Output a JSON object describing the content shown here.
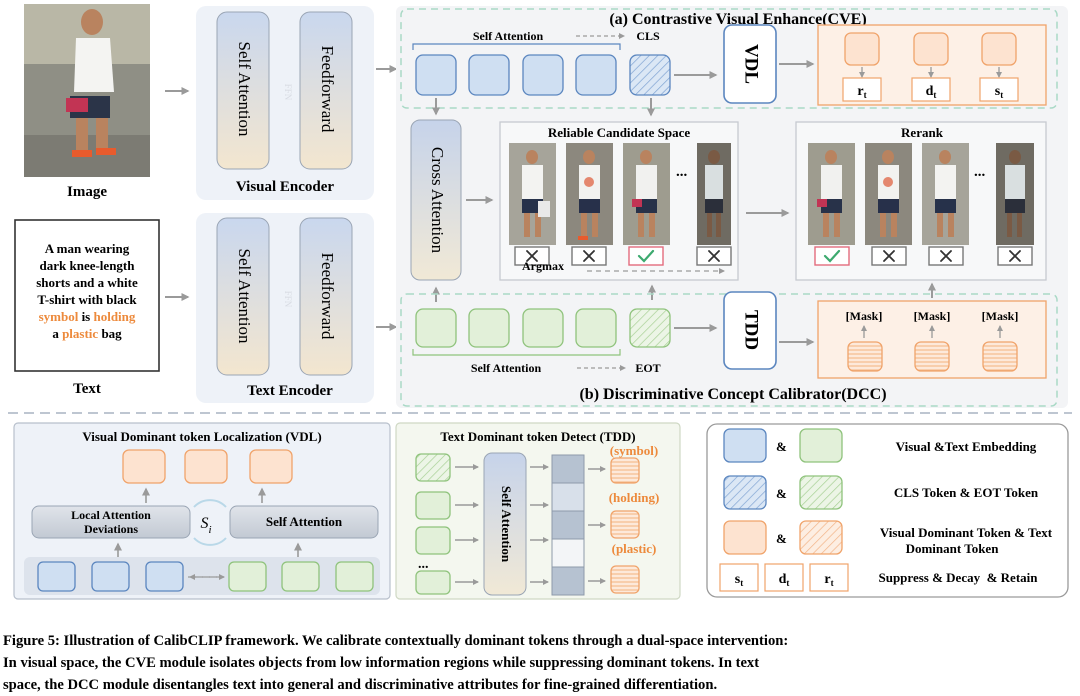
{
  "input": {
    "image_label": "Image",
    "text_label": "Text",
    "description_lines": [
      "A man wearing",
      "dark knee-length",
      "shorts and a white",
      "T-shirt with black"
    ],
    "line5": {
      "word1": "symbol",
      "mid": " is ",
      "word2": "holding"
    },
    "line6": {
      "pre": "a ",
      "word": "plastic",
      "post": " bag"
    }
  },
  "visual_encoder": {
    "title": "Visual Encoder",
    "block1": "Self Attention",
    "block2": "Feedforward",
    "watermark": "FFN"
  },
  "text_encoder": {
    "title": "Text Encoder",
    "block1": "Self Attention",
    "block2": "Feedforward",
    "watermark": "FFN"
  },
  "cve": {
    "title": "(a) Contrastive Visual Enhance(CVE)",
    "self_attention": "Self Attention",
    "cls": "CLS",
    "vdl": "VDL",
    "outputs": [
      {
        "main": "r",
        "sub": "t"
      },
      {
        "main": "d",
        "sub": "t"
      },
      {
        "main": "s",
        "sub": "t"
      }
    ]
  },
  "cross_attention": "Cross Attention",
  "candidate_space": {
    "title": "Reliable Candidate Space",
    "argmax": "Argmax",
    "dots": "...",
    "marks": [
      "cross",
      "cross",
      "check",
      "cross"
    ]
  },
  "rerank": {
    "title": "Rerank",
    "dots": "...",
    "marks": [
      "check",
      "cross",
      "cross",
      "cross"
    ]
  },
  "dcc": {
    "title": "(b) Discriminative Concept Calibrator(DCC)",
    "self_attention": "Self Attention",
    "eot": "EOT",
    "tdd": "TDD",
    "masks": [
      "[Mask]",
      "[Mask]",
      "[Mask]"
    ]
  },
  "vdl_panel": {
    "title": "Visual Dominant token Localization (VDL)",
    "local_attention_line1": "Local Attention",
    "local_attention_line2": "Deviations",
    "self_attention": "Self Attention",
    "s_i": {
      "main": "S",
      "sub": "i"
    }
  },
  "tdd_panel": {
    "title": "Text Dominant token Detect (TDD)",
    "self_attention": "Self Attention",
    "labels": [
      "(symbol)",
      "(holding)",
      "(plastic)"
    ],
    "dots": "..."
  },
  "legend": {
    "amp": "&",
    "rows": [
      {
        "label": "Visual &Text Embedding"
      },
      {
        "label": "CLS Token & EOT Token"
      },
      {
        "label_line1": "Visual Dominant Token & Text",
        "label_line2": "Dominant Token"
      },
      {
        "label": "Suppress & Decay  & Retain"
      }
    ],
    "boxes": [
      {
        "main": "s",
        "sub": "t"
      },
      {
        "main": "d",
        "sub": "t"
      },
      {
        "main": "r",
        "sub": "t"
      }
    ]
  },
  "caption": {
    "line1": "Figure 5: Illustration of CalibCLIP framework. We calibrate contextually dominant tokens through a dual-space intervention:",
    "line2": "In visual space, the CVE module isolates objects from low information regions while suppressing dominant tokens. In text",
    "line3": "space, the DCC module disentangles text into general and discriminative attributes for fine-grained differentiation."
  },
  "colors": {
    "blue_fill": "#cfdff2",
    "blue_stroke": "#5b86bf",
    "green_fill": "#e2f0d9",
    "green_stroke": "#8fc37c",
    "orange_fill": "#fde3d0",
    "orange_stroke": "#f0a36a",
    "accent_text": "#ed8a3c",
    "panel_bg": "#eef2f8"
  }
}
